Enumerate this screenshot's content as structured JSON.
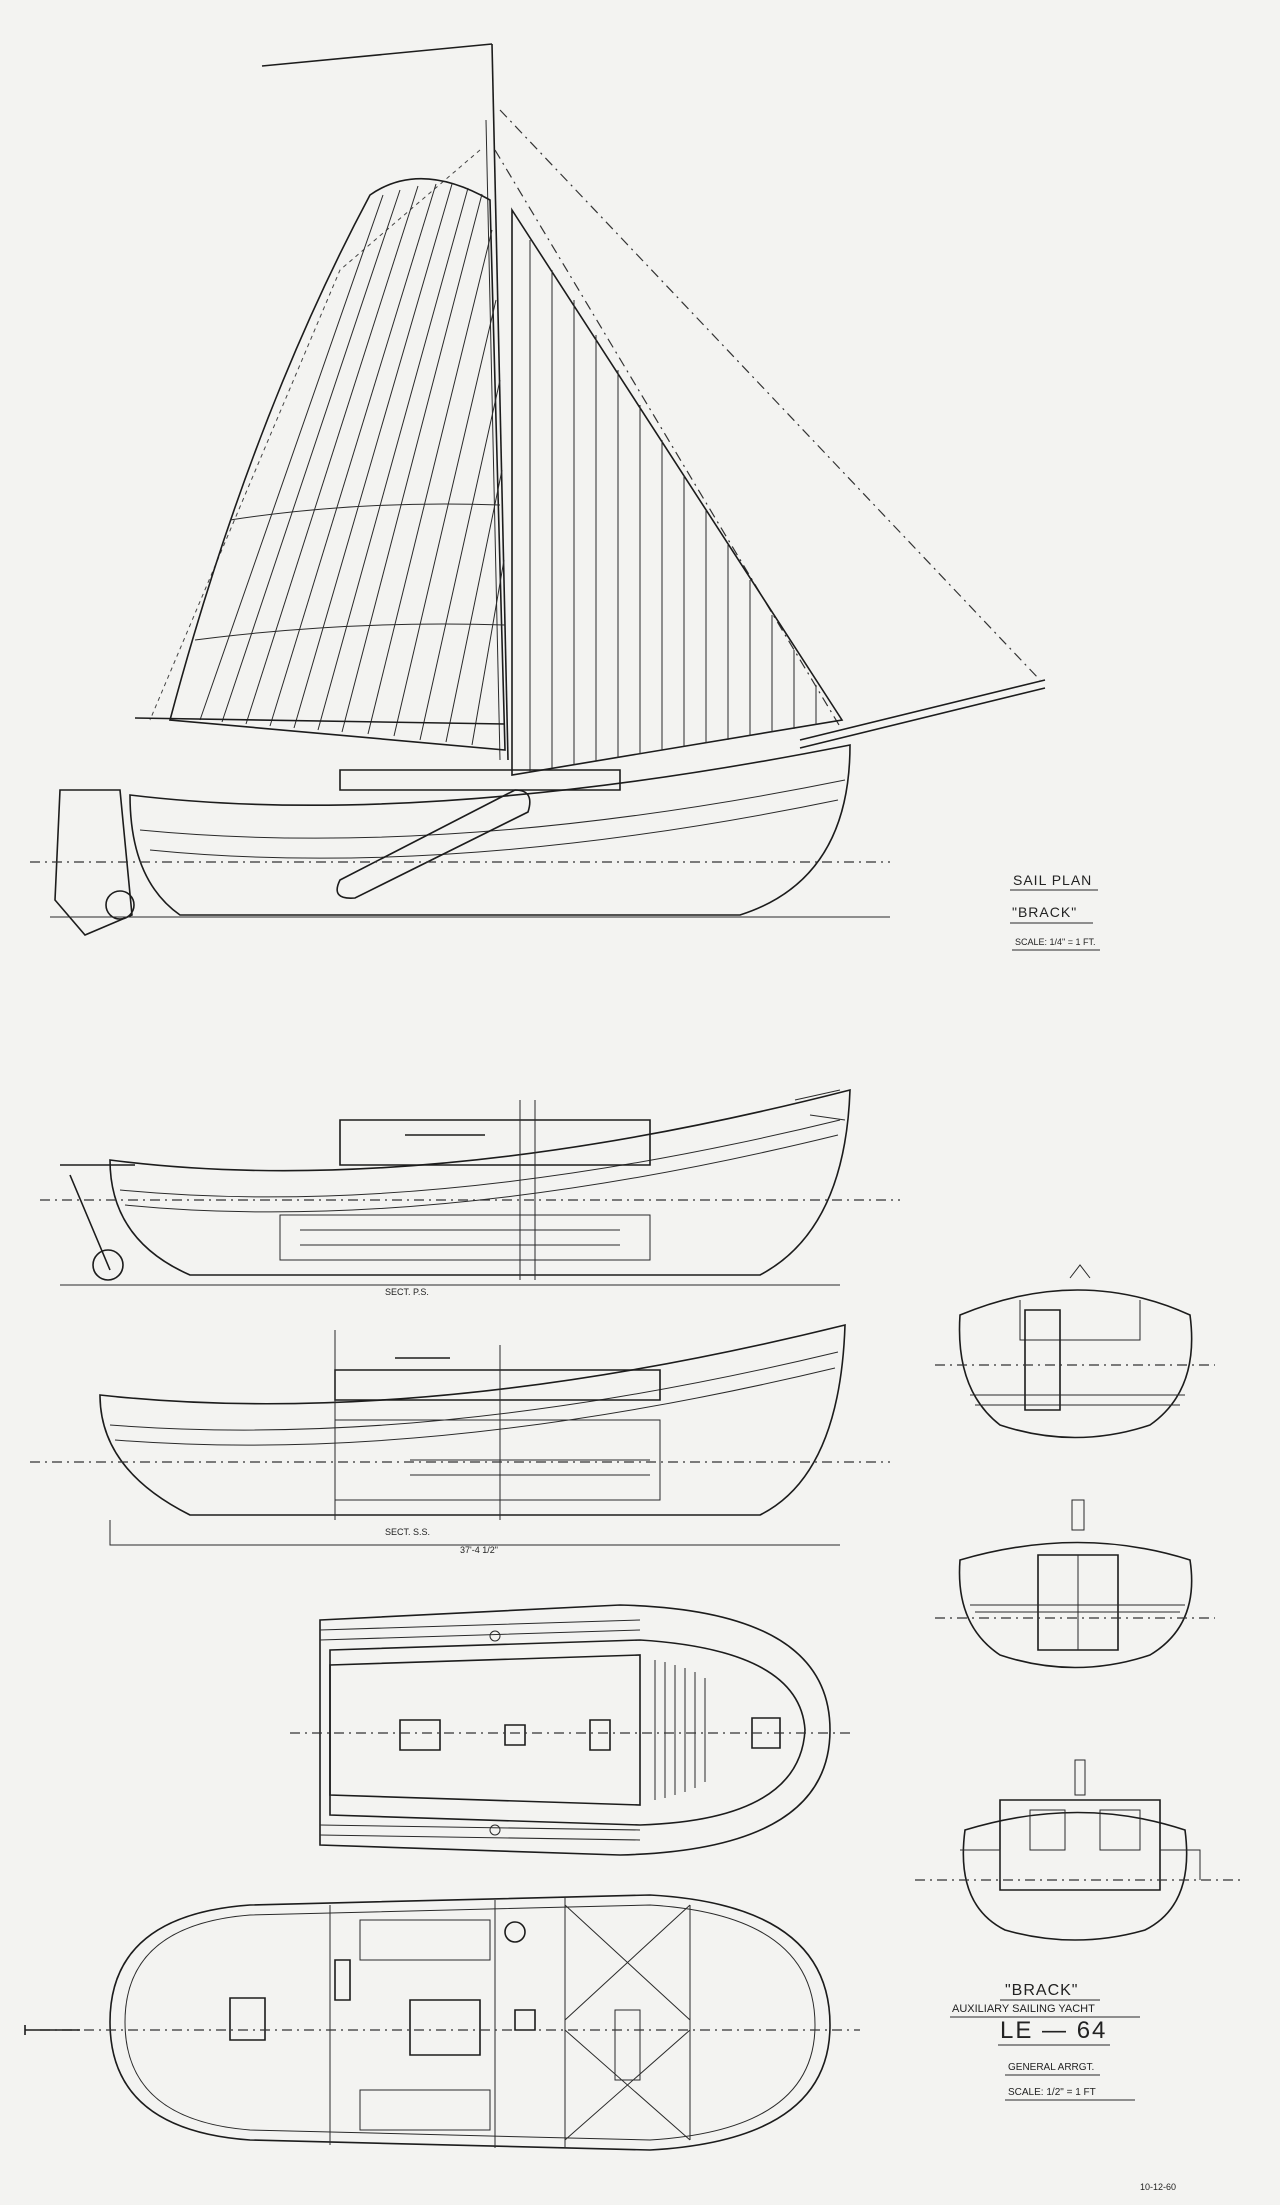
{
  "sail_plan": {
    "heading": "SAIL PLAN",
    "name": "\"BRACK\"",
    "scale": "SCALE: 1/4\" = 1 FT."
  },
  "title_block": {
    "name": "\"BRACK\"",
    "type": "AUXILIARY SAILING YACHT",
    "number": "LE — 64",
    "drawing": "GENERAL ARRGT.",
    "scale": "SCALE: 1/2\" = 1 FT",
    "date": "10-12-60"
  },
  "palette": {
    "paper": "#f3f3f1",
    "ink": "#1c1c1c"
  }
}
